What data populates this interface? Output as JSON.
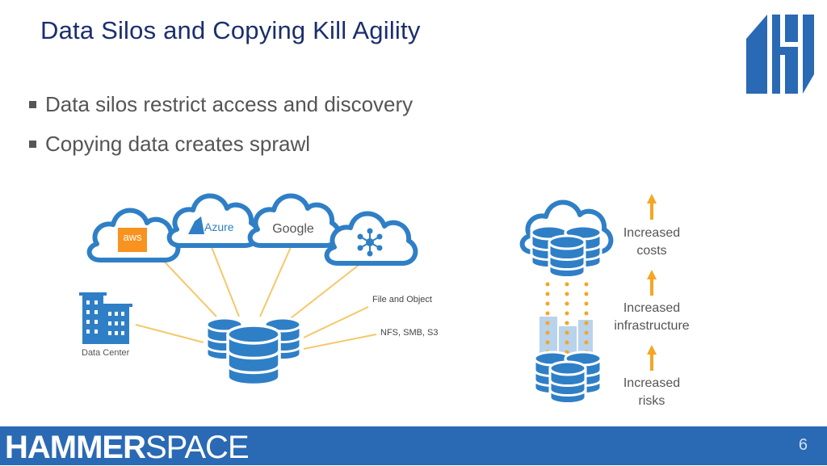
{
  "slide": {
    "title": "Data Silos and Copying Kill Agility",
    "bullets": [
      "Data silos restrict access and discovery",
      "Copying data creates sprawl"
    ]
  },
  "diagram_left": {
    "cloud_labels": {
      "aws": "aws",
      "azure": "Azure",
      "google": "Google"
    },
    "data_center_label": "Data Center",
    "file_object_label": "File and Object",
    "protocols_label": "NFS, SMB, S3"
  },
  "diagram_right": {
    "arrows": [
      {
        "line1": "Increased",
        "line2": "costs"
      },
      {
        "line1": "Increased",
        "line2": "infrastructure"
      },
      {
        "line1": "Increased",
        "line2": "risks"
      }
    ]
  },
  "footer": {
    "brand_bold": "HAMMER",
    "brand_light": "SPACE",
    "page_number": "6"
  },
  "colors": {
    "title": "#1b2f6e",
    "diagram_blue": "#2f7fc6",
    "accent_orange": "#f5a623",
    "footer_bg": "#2a69b4",
    "aws_orange": "#f7931e"
  },
  "icons": [
    "cloud-icon",
    "database-icon",
    "building-icon",
    "arrow-up-icon",
    "network-hub-icon"
  ]
}
